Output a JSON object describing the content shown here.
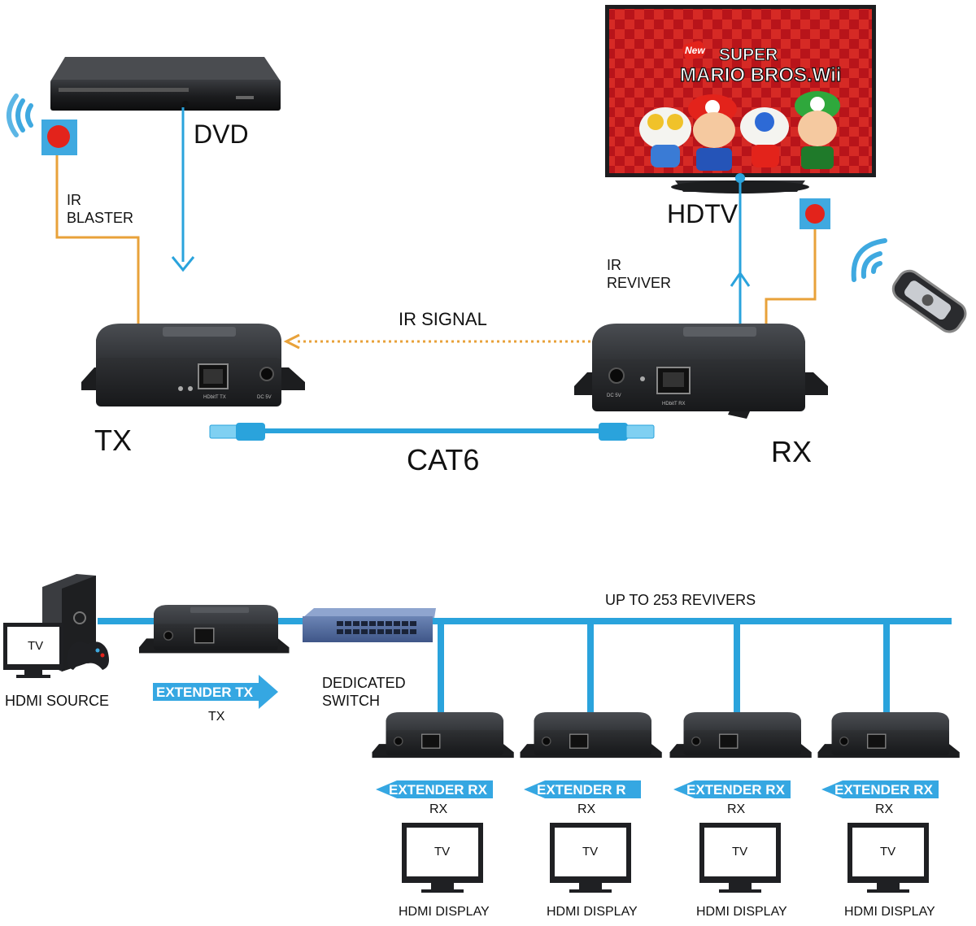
{
  "colors": {
    "cable_blue": "#2aa3dc",
    "ir_orange": "#e8a23a",
    "device_dark": "#2b2d30",
    "ir_dot_red": "#e3231b",
    "ir_dot_bg": "#3fa9e0",
    "arrow_blue": "#35a7e2"
  },
  "top": {
    "dvd_label": "DVD",
    "ir_blaster_line1": "IR",
    "ir_blaster_line2": "BLASTER",
    "hdtv_label": "HDTV",
    "ir_receiver_line1": "IR",
    "ir_receiver_line2": "REVIVER",
    "ir_signal_label": "IR SIGNAL",
    "tx_label": "TX",
    "rx_label": "RX",
    "cable_label": "CAT6",
    "tx_port_label": "HDbitT TX",
    "tx_power_label": "DC 5V",
    "rx_port_label": "HDbitT RX",
    "rx_power_label": "DC 5V",
    "tv_screen": {
      "badge": "New",
      "title_line1": "SUPER",
      "title_line2": "MARIO BROS.Wii"
    }
  },
  "bottom": {
    "network_label": "UP TO 253 REVIVERS",
    "source_label": "HDMI SOURCE",
    "source_tv_label": "TV",
    "tx_arrow_label": "EXTENDER TX",
    "tx_label": "TX",
    "switch_line1": "DEDICATED",
    "switch_line2": "SWITCH",
    "receivers": [
      {
        "arrow_label": "EXTENDER RX",
        "rx_label": "RX",
        "tv_label": "TV",
        "display_label": "HDMI DISPLAY"
      },
      {
        "arrow_label": "EXTENDER R",
        "rx_label": "RX",
        "tv_label": "TV",
        "display_label": "HDMI DISPLAY"
      },
      {
        "arrow_label": "EXTENDER RX",
        "rx_label": "RX",
        "tv_label": "TV",
        "display_label": "HDMI DISPLAY"
      },
      {
        "arrow_label": "EXTENDER RX",
        "rx_label": "RX",
        "tv_label": "TV",
        "display_label": "HDMI DISPLAY"
      }
    ]
  }
}
